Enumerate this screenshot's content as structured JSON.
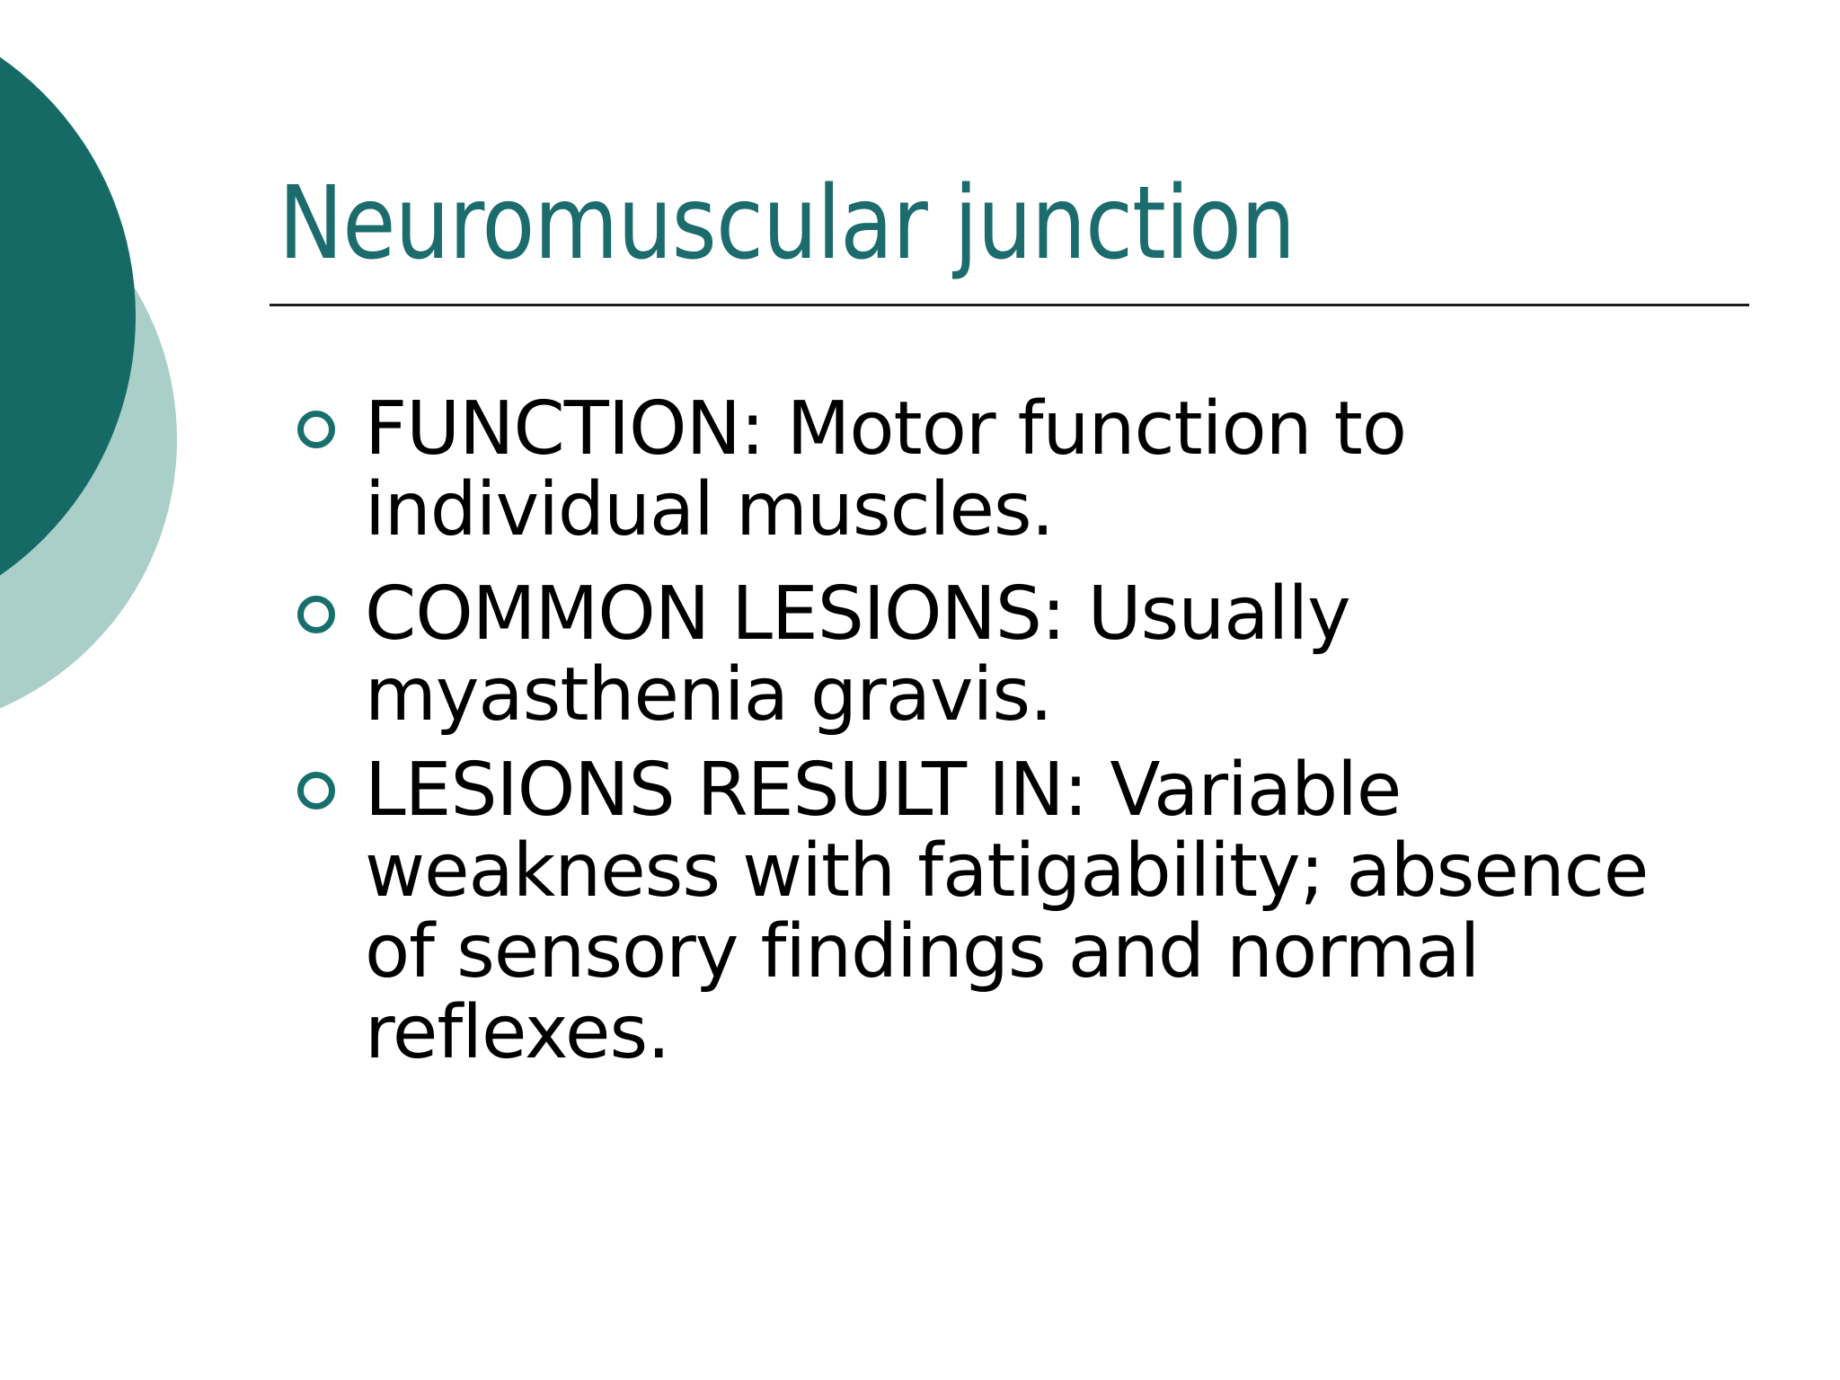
{
  "slide": {
    "title": "Neuromuscular junction",
    "bullets": [
      {
        "text": "FUNCTION: Motor function to individual muscles.",
        "lines": [
          "FUNCTION: Motor function to",
          "individual muscles."
        ]
      },
      {
        "text": "COMMON LESIONS: Usually myasthenia gravis.",
        "lines": [
          "COMMON LESIONS: Usually",
          "myasthenia gravis."
        ]
      },
      {
        "text": "LESIONS RESULT IN: Variable weakness with fatigability; absence of sensory findings and normal reflexes.",
        "lines": [
          "LESIONS RESULT IN: Variable",
          "weakness with fatigability; absence",
          "of sensory findings and normal",
          "reflexes."
        ]
      }
    ]
  },
  "icons": {
    "bullet": "hollow-circle-icon"
  },
  "colors": {
    "background": "#ffffff",
    "title_text": "#1c6b6d",
    "body_text": "#000000",
    "title_rule": "#1c1c1c",
    "dark_circle": "#166a66",
    "light_circle": "#a9cfc8",
    "bullet_ring": "#166f6b"
  }
}
